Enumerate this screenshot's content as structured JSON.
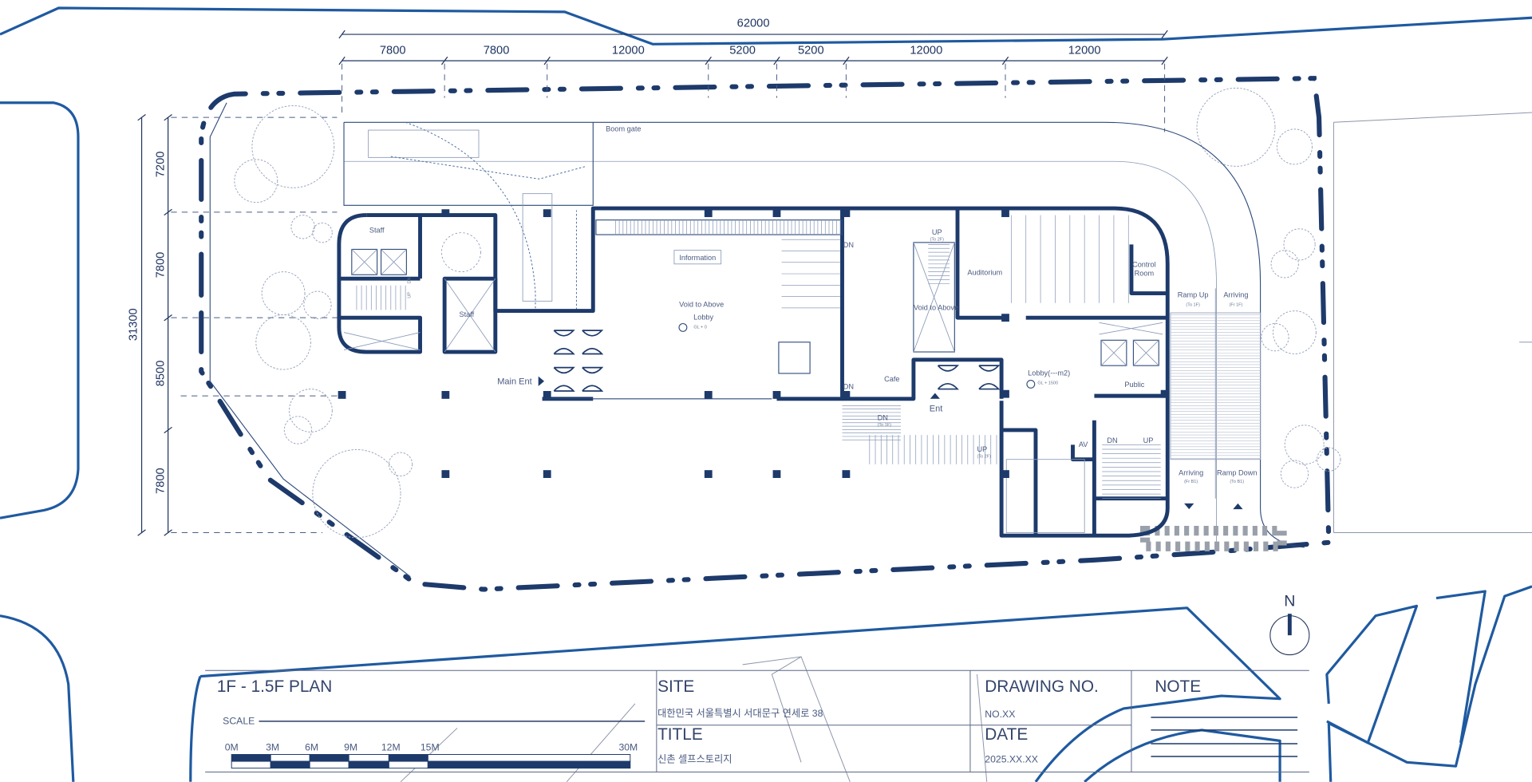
{
  "dimensions": {
    "overall_width": "62000",
    "bays_horizontal": [
      "7800",
      "7800",
      "12000",
      "5200",
      "5200",
      "12000",
      "12000"
    ],
    "overall_depth": "31300",
    "bays_vertical": [
      "7200",
      "7800",
      "8500",
      "7800"
    ]
  },
  "plan_labels": {
    "boom_gate": "Boom gate",
    "staff_1": "Staff",
    "staff_2": "Staff",
    "information": "Information",
    "void_1": "Void to Above",
    "lobby": "Lobby",
    "lobby_level": "GL + 0",
    "main_ent": "Main Ent",
    "cafe": "Cafe",
    "void_2": "Void to Above",
    "auditorium": "Auditorium",
    "control_room_1": "Control",
    "control_room_2": "Room",
    "ramp_up": "Ramp Up",
    "ramp_up_sub": "(To 1F)",
    "arriving_1f": "Arriving",
    "arriving_1f_sub": "(Fr 1F)",
    "lobby2": "Lobby(---m2)",
    "lobby2_level": "GL + 1500",
    "public": "Public",
    "ent": "Ent",
    "av": "AV",
    "dn": "DN",
    "up": "UP",
    "arriving_b1": "Arriving",
    "arriving_b1_sub": "(Fr B1)",
    "ramp_down": "Ramp Down",
    "ramp_down_sub": "(To B1)",
    "up_2f": "UP",
    "up_2f_sub": "(To 2F)",
    "dn_cafe_1": "DN",
    "dn_cafe_2": "DN",
    "dn_1f": "DN",
    "dn_1f_sub": "(To 1F)",
    "up_2f_b": "UP",
    "up_2f_b_sub": "(To 2F)",
    "staff_stair_up": "UP",
    "staff_stair_dn": "DN"
  },
  "north_label": "N",
  "title_block": {
    "plan_title": "1F - 1.5F PLAN",
    "scale_label": "SCALE",
    "scale_ticks": [
      "0M",
      "3M",
      "6M",
      "9M",
      "12M",
      "15M",
      "30M"
    ],
    "site_label": "SITE",
    "site_value": "대한민국 서울특별시 서대문구 연세로 38",
    "title_label": "TITLE",
    "title_value": "신촌 셀프스토리지",
    "drawing_no_label": "DRAWING NO.",
    "drawing_no_value": "NO.XX",
    "date_label": "DATE",
    "date_value": "2025.XX.XX",
    "note_label": "NOTE"
  },
  "colors": {
    "ink": "#1d3a6b",
    "road": "#1f5aa0"
  }
}
